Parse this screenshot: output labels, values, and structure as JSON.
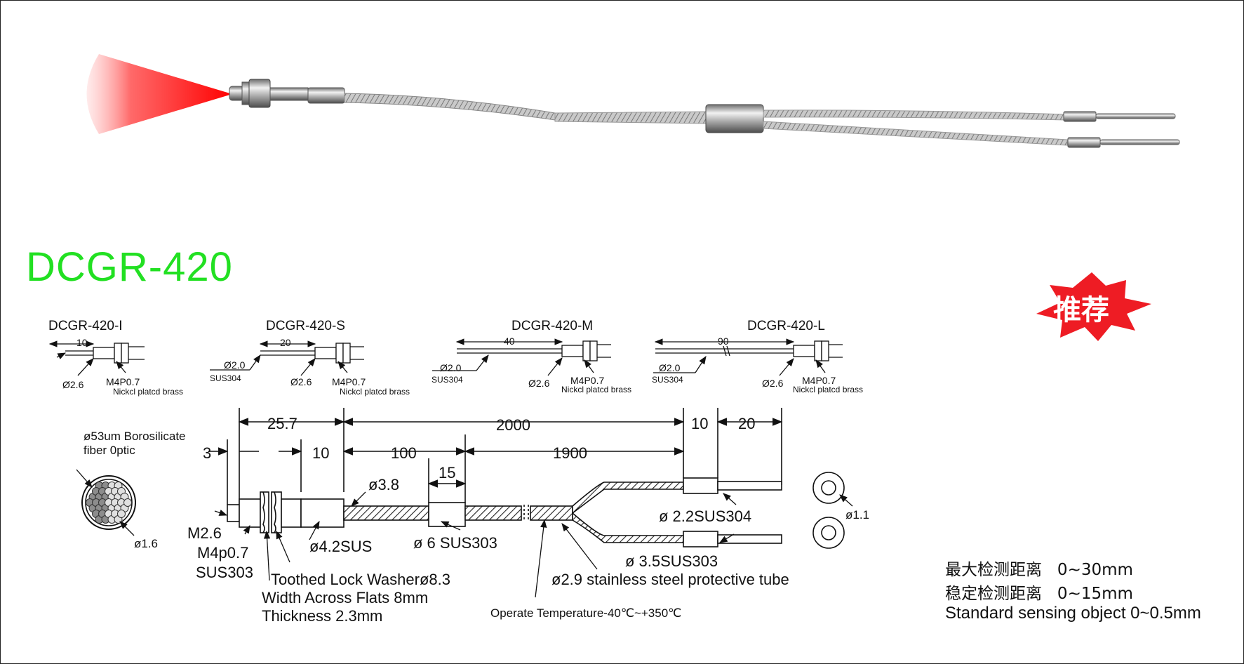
{
  "title": "DCGR-420",
  "badge": "推荐",
  "colors": {
    "title": "#22e022",
    "badge": "#ee1c24",
    "beam": "#ff1a1a"
  },
  "variants": [
    {
      "name": "DCGR-420-I",
      "length": "10",
      "tube_dia": "Ø2.6",
      "thread": "M4P0.7",
      "material": "Nickcl  platcd  brass"
    },
    {
      "name": "DCGR-420-S",
      "length": "20",
      "probe_dia": "Ø2.0",
      "probe_mat": "SUS304",
      "tube_dia": "Ø2.6",
      "thread": "M4P0.7",
      "material": "Nickcl  platcd  brass"
    },
    {
      "name": "DCGR-420-M",
      "length": "40",
      "probe_dia": "Ø2.0",
      "probe_mat": "SUS304",
      "tube_dia": "Ø2.6",
      "thread": "M4P0.7",
      "material": "Nickcl  platcd  brass"
    },
    {
      "name": "DCGR-420-L",
      "length": "90",
      "probe_dia": "Ø2.0",
      "probe_mat": "SUS304",
      "tube_dia": "Ø2.6",
      "thread": "M4P0.7",
      "material": "Nickcl  platcd  brass"
    }
  ],
  "main": {
    "dims": {
      "d257": "25.7",
      "d2000": "2000",
      "d10a": "10",
      "d20": "20",
      "d3": "3",
      "d10b": "10",
      "d100": "100",
      "d1900": "1900",
      "d15": "15"
    },
    "fiber_line1": "ø53um Borosilicate",
    "fiber_line2": "fiber 0ptic",
    "fiber_dia": "ø1.6",
    "tip_dia": "ø1.1",
    "tube38": "ø3.8",
    "m26": "M2.6",
    "m4": "M4p0.7",
    "sus303": "SUS303",
    "sus42": "ø4.2SUS",
    "sus6": "ø 6 SUS303",
    "sus22": "ø 2.2SUS304",
    "sus35": "ø 3.5SUS303",
    "tube29": "ø2.9 stainless steel protective tube",
    "washer": "Toothed Lock Washerø8.3",
    "flats": "Width Across Flats 8mm",
    "thick": "Thickness 2.3mm",
    "temp": "Operate Temperature-40℃~+350℃"
  },
  "specs": [
    "最大检测距离   0~30mm",
    "稳定检测距离   0~15mm",
    "Standard sensing object 0~0.5mm"
  ]
}
